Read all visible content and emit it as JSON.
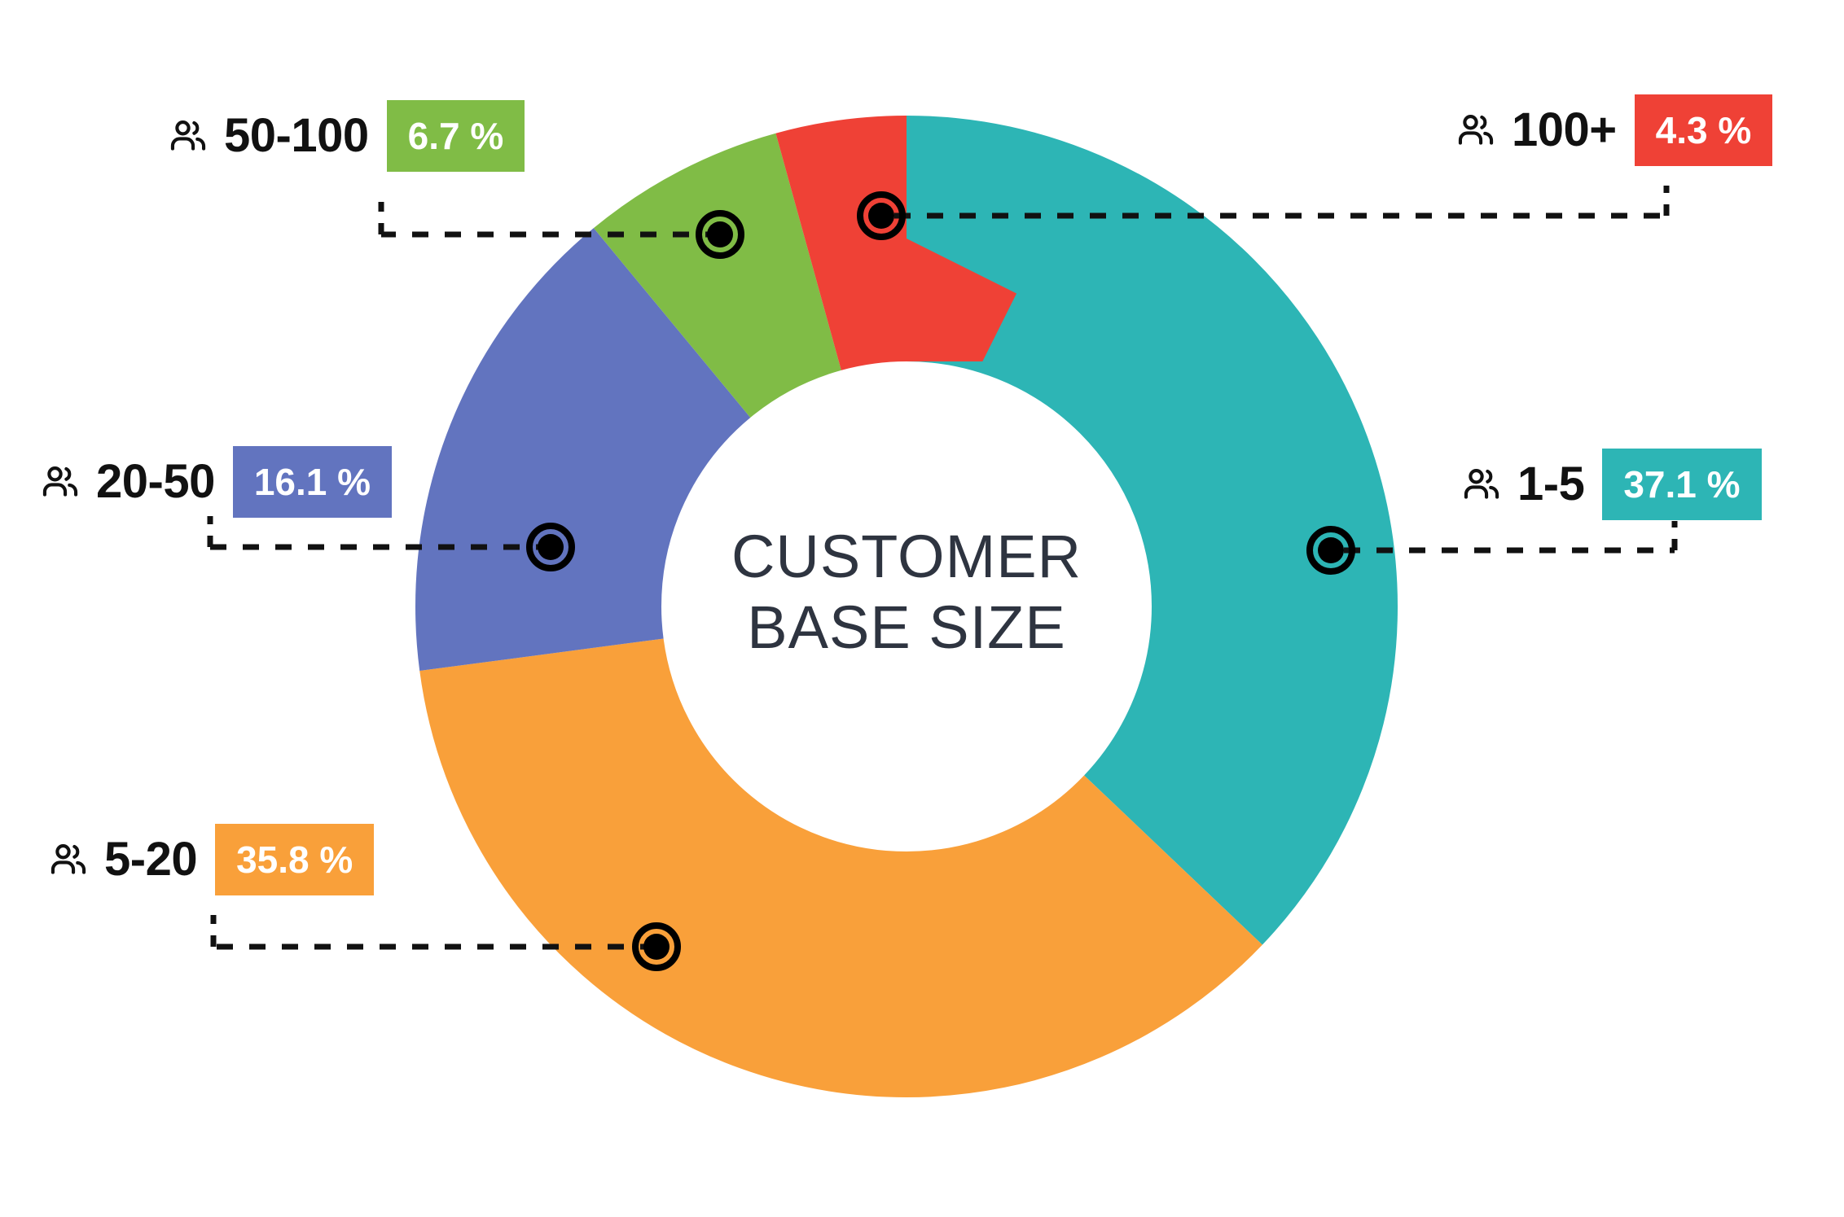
{
  "chart_data": {
    "type": "pie",
    "variant": "donut",
    "title": "CUSTOMER BASE SIZE",
    "title_line1": "CUSTOMER",
    "title_line2": "BASE SIZE",
    "categories": [
      "1-5",
      "5-20",
      "20-50",
      "50-100",
      "100+"
    ],
    "values": [
      37.1,
      35.8,
      16.1,
      6.7,
      4.3
    ],
    "value_labels": [
      "37.1 %",
      "35.8 %",
      "16.1 %",
      "6.7 %",
      "4.3 %"
    ],
    "unit": "%",
    "colors": [
      "#2DB5B5",
      "#F9A03A",
      "#6274BF",
      "#80BC46",
      "#EF4136"
    ],
    "start_angle_deg": 0,
    "direction": "clockwise",
    "legend": "callout-labels",
    "grid": false,
    "xlabel": "",
    "ylabel": ""
  },
  "center": {
    "line1": "CUSTOMER",
    "line2": "BASE SIZE",
    "color": "#2e3440"
  },
  "labels": [
    {
      "id": "100plus",
      "category": "100+",
      "percent": "4.3 %",
      "color": "#EF4136",
      "icon": "people-icon",
      "side": "right"
    },
    {
      "id": "1-5",
      "category": "1-5",
      "percent": "37.1 %",
      "color": "#2DB5B5",
      "icon": "people-icon",
      "side": "right"
    },
    {
      "id": "50-100",
      "category": "50-100",
      "percent": "6.7 %",
      "color": "#80BC46",
      "icon": "people-icon",
      "side": "left"
    },
    {
      "id": "20-50",
      "category": "20-50",
      "percent": "16.1 %",
      "color": "#6274BF",
      "icon": "people-icon",
      "side": "left"
    },
    {
      "id": "5-20",
      "category": "5-20",
      "percent": "35.8 %",
      "color": "#F9A03A",
      "icon": "people-icon",
      "side": "left"
    }
  ],
  "theme": {
    "background": "#ffffff",
    "leader_line_color": "#111111",
    "marker_color": "#000000",
    "category_text_color": "#111111",
    "percent_text_color": "#ffffff"
  }
}
